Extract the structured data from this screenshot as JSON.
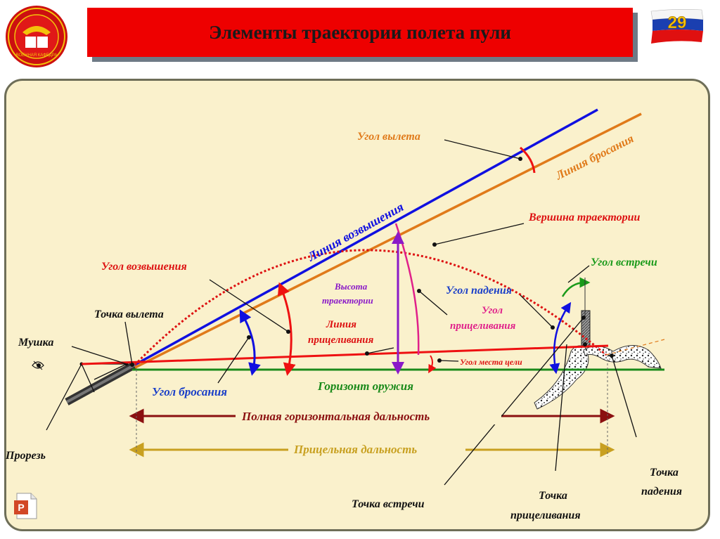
{
  "header": {
    "title": "Элементы траектории полета пули",
    "slide_number": "29",
    "emblem_caption": "ВОЕННАЯ КАФЕДРА"
  },
  "diagram": {
    "labels": {
      "ugol_vyleta": "Угол вылета",
      "liniya_brosaniya": "Линия бросания",
      "liniya_vozvysheniya": "Линия возвышения",
      "vershina": "Вершина траектории",
      "ugol_vozvysheniya": "Угол возвышения",
      "ugol_vstrechi": "Угол встречи",
      "vysota_1": "Высота",
      "vysota_2": "траектории",
      "ugol_padeniya": "Угол падения",
      "ugol_pricelivaniya_1": "Угол",
      "ugol_pricelivaniya_2": "прицеливания",
      "tochka_vyleta": "Точка вылета",
      "liniya_pricelivaniya_1": "Линия",
      "liniya_pricelivaniya_2": "прицеливания",
      "mushka": "Мушка",
      "ugol_mesta_celi": "Угол места цели",
      "ugol_brosaniya": "Угол бросания",
      "gorizont_oruzhiya": "Горизонт оружия",
      "polnaya_dalnost": "Полная горизонтальная дальность",
      "pricelnaya_dalnost": "Прицельная дальность",
      "prorez": "Прорезь",
      "tochka_vstrechi": "Точка встречи",
      "tochka_pricelivaniya_1": "Точка",
      "tochka_pricelivaniya_2": "прицеливания",
      "tochka_padeniya_1": "Точка",
      "tochka_padeniya_2": "падения"
    },
    "colors": {
      "liniya_vozvysheniya": "#1010e0",
      "liniya_brosaniya": "#e07a1a",
      "liniya_pricelivaniya": "#ee1111",
      "trajectory": "#dd1111",
      "gorizont": "#1a8a1a",
      "polnaya_dalnost": "#8b1010",
      "pricelnaya_dalnost": "#c8a020",
      "vysota": "#8a1ac8",
      "ugol_pricelivaniya": "#e0208a",
      "ugol_vstrechi": "#1a9a1a"
    }
  }
}
